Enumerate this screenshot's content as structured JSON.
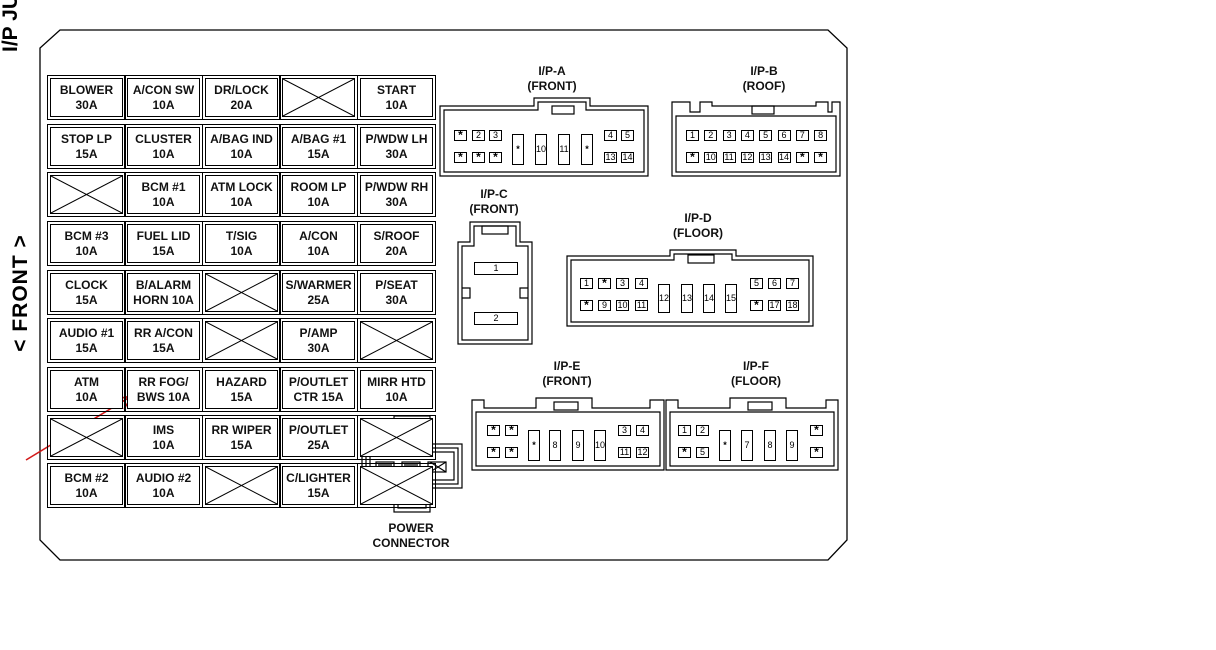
{
  "titles": {
    "top_partial": "I/P JU",
    "front": "< FRONT >"
  },
  "fuses": [
    [
      "BLOWER",
      "30A"
    ],
    [
      "A/CON SW",
      "10A"
    ],
    [
      "DR/LOCK",
      "20A"
    ],
    null,
    [
      "START",
      "10A"
    ],
    [
      "STOP LP",
      "15A"
    ],
    [
      "CLUSTER",
      "10A"
    ],
    [
      "A/BAG IND",
      "10A"
    ],
    [
      "A/BAG #1",
      "15A"
    ],
    [
      "P/WDW LH",
      "30A"
    ],
    null,
    [
      "BCM #1",
      "10A"
    ],
    [
      "ATM LOCK",
      "10A"
    ],
    [
      "ROOM LP",
      "10A"
    ],
    [
      "P/WDW RH",
      "30A"
    ],
    [
      "BCM #3",
      "10A"
    ],
    [
      "FUEL LID",
      "15A"
    ],
    [
      "T/SIG",
      "10A"
    ],
    [
      "A/CON",
      "10A"
    ],
    [
      "S/ROOF",
      "20A"
    ],
    [
      "CLOCK",
      "15A"
    ],
    [
      "B/ALARM",
      "HORN 10A"
    ],
    null,
    [
      "S/WARMER",
      "25A"
    ],
    [
      "P/SEAT",
      "30A"
    ],
    [
      "AUDIO #1",
      "15A"
    ],
    [
      "RR A/CON",
      "15A"
    ],
    null,
    [
      "P/AMP",
      "30A"
    ],
    null,
    [
      "ATM",
      "10A"
    ],
    [
      "RR FOG/",
      "BWS 10A"
    ],
    [
      "HAZARD",
      "15A"
    ],
    [
      "P/OUTLET",
      "CTR 15A"
    ],
    [
      "MIRR HTD",
      "10A"
    ],
    null,
    [
      "IMS",
      "10A"
    ],
    [
      "RR WIPER",
      "15A"
    ],
    [
      "P/OUTLET",
      "25A"
    ],
    null,
    [
      "BCM #2",
      "10A"
    ],
    [
      "AUDIO #2",
      "10A"
    ],
    null,
    [
      "C/LIGHTER",
      "15A"
    ],
    null
  ],
  "connectors": {
    "ipa": {
      "name": "I/P-A",
      "loc": "(FRONT)",
      "top": [
        "*",
        "2",
        "3",
        "",
        "",
        "",
        "",
        "",
        "4",
        "5"
      ],
      "bottom": [
        "*",
        "*",
        "*",
        "",
        "",
        "",
        "",
        "",
        "13",
        "14"
      ],
      "tall": [
        "*",
        "10",
        "11",
        "*"
      ]
    },
    "ipb": {
      "name": "I/P-B",
      "loc": "(ROOF)",
      "top": [
        "1",
        "2",
        "3",
        "4",
        "5",
        "6",
        "7",
        "8"
      ],
      "bottom": [
        "*",
        "10",
        "11",
        "12",
        "13",
        "14",
        "*",
        "*"
      ]
    },
    "ipc": {
      "name": "I/P-C",
      "loc": "(FRONT)",
      "pins": [
        "1",
        "2"
      ]
    },
    "ipd": {
      "name": "I/P-D",
      "loc": "(FLOOR)",
      "top": [
        "1",
        "*",
        "3",
        "4",
        "5",
        "6",
        "7"
      ],
      "bottom": [
        "*",
        "9",
        "10",
        "11",
        "*",
        "17",
        "18"
      ],
      "tall": [
        "12",
        "13",
        "14",
        "15"
      ]
    },
    "ipe": {
      "name": "I/P-E",
      "loc": "(FRONT)",
      "left_top": [
        "*",
        "*"
      ],
      "left_bottom": [
        "*",
        "*"
      ],
      "tall": [
        "*",
        "8",
        "9",
        "10"
      ],
      "right_top": [
        "3",
        "4"
      ],
      "right_bottom": [
        "11",
        "12"
      ]
    },
    "ipf": {
      "name": "I/P-F",
      "loc": "(FLOOR)",
      "left_top": [
        "1",
        "2"
      ],
      "left_bottom": [
        "*",
        "5"
      ],
      "tall": [
        "*",
        "7",
        "8",
        "9"
      ],
      "right_top": [
        "*"
      ],
      "right_bottom": [
        "*"
      ]
    },
    "power": {
      "line1": "POWER",
      "line2": "CONNECTOR"
    }
  },
  "colors": {
    "line": "#000000",
    "arrow": "#d21a1a"
  }
}
